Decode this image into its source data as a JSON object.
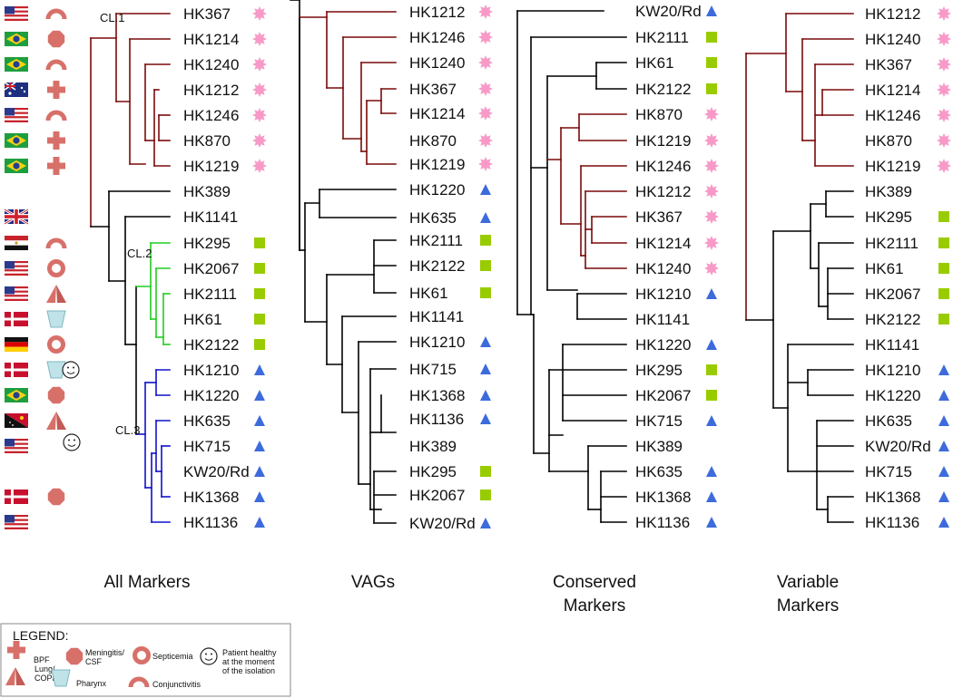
{
  "colors": {
    "cluster1": "#7a0a0a",
    "cluster2": "#22cc22",
    "cluster3": "#1010cc",
    "black": "#000000",
    "star": "#f79ac8",
    "square": "#99cc00",
    "triangle": "#3d6bdc",
    "symbol": "#d8706a",
    "pharynx": "#bfe3e8"
  },
  "panels": [
    {
      "title": [
        "All Markers"
      ],
      "cluster_labels": [
        "CL.1",
        "CL.2",
        "CL.3"
      ],
      "leaves": [
        {
          "label": "HK367",
          "marker": "star",
          "flag": "usa",
          "symbol": "conjunctivitis"
        },
        {
          "label": "HK1214",
          "marker": "star",
          "flag": "brazil",
          "symbol": "meningitis"
        },
        {
          "label": "HK1240",
          "marker": "star",
          "flag": "brazil",
          "symbol": "conjunctivitis"
        },
        {
          "label": "HK1212",
          "marker": "star",
          "flag": "australia",
          "symbol": "bpf"
        },
        {
          "label": "HK1246",
          "marker": "star",
          "flag": "usa",
          "symbol": "conjunctivitis"
        },
        {
          "label": "HK870",
          "marker": "star",
          "flag": "brazil",
          "symbol": "bpf"
        },
        {
          "label": "HK1219",
          "marker": "star",
          "flag": "brazil",
          "symbol": "bpf"
        },
        {
          "label": "HK389",
          "marker": "",
          "flag": "",
          "symbol": ""
        },
        {
          "label": "HK1141",
          "marker": "",
          "flag": "uk",
          "symbol": ""
        },
        {
          "label": "HK295",
          "marker": "square",
          "flag": "egypt",
          "symbol": "conjunctivitis"
        },
        {
          "label": "HK2067",
          "marker": "square",
          "flag": "usa",
          "symbol": "septicemia"
        },
        {
          "label": "HK2111",
          "marker": "square",
          "flag": "usa",
          "symbol": "lung"
        },
        {
          "label": "HK61",
          "marker": "square",
          "flag": "denmark",
          "symbol": "pharynx"
        },
        {
          "label": "HK2122",
          "marker": "square",
          "flag": "germany",
          "symbol": "septicemia"
        },
        {
          "label": "HK1210",
          "marker": "triangle",
          "flag": "denmark",
          "symbol": "pharynx",
          "healthy": true
        },
        {
          "label": "HK1220",
          "marker": "triangle",
          "flag": "brazil",
          "symbol": "meningitis"
        },
        {
          "label": "HK635",
          "marker": "triangle",
          "flag": "png",
          "symbol": "lung"
        },
        {
          "label": "HK715",
          "marker": "triangle",
          "flag": "usa",
          "symbol": "",
          "healthy": true
        },
        {
          "label": "KW20/Rd",
          "marker": "triangle",
          "flag": "",
          "symbol": ""
        },
        {
          "label": "HK1368",
          "marker": "triangle",
          "flag": "denmark",
          "symbol": "meningitis"
        },
        {
          "label": "HK1136",
          "marker": "triangle",
          "flag": "usa",
          "symbol": ""
        }
      ]
    },
    {
      "title": [
        "VAGs"
      ],
      "leaves": [
        {
          "label": "HK1212",
          "marker": "star"
        },
        {
          "label": "HK1246",
          "marker": "star"
        },
        {
          "label": "HK1240",
          "marker": "star"
        },
        {
          "label": "HK367",
          "marker": "star"
        },
        {
          "label": "HK1214",
          "marker": "star"
        },
        {
          "label": "HK870",
          "marker": "star"
        },
        {
          "label": "HK1219",
          "marker": "star"
        },
        {
          "label": "HK1220",
          "marker": "triangle"
        },
        {
          "label": "HK635",
          "marker": "triangle"
        },
        {
          "label": "HK2111",
          "marker": "square"
        },
        {
          "label": "HK2122",
          "marker": "square"
        },
        {
          "label": "HK61",
          "marker": "square"
        },
        {
          "label": "HK1141",
          "marker": ""
        },
        {
          "label": "HK1210",
          "marker": "triangle"
        },
        {
          "label": "HK715",
          "marker": "triangle"
        },
        {
          "label": "HK1368",
          "marker": "triangle"
        },
        {
          "label": "HK1136",
          "marker": "triangle"
        },
        {
          "label": "HK389",
          "marker": ""
        },
        {
          "label": "HK295",
          "marker": "square"
        },
        {
          "label": "HK2067",
          "marker": "square"
        },
        {
          "label": "KW20/Rd",
          "marker": "triangle"
        }
      ]
    },
    {
      "title": [
        "Conserved",
        "Markers"
      ],
      "leaves": [
        {
          "label": "KW20/Rd",
          "marker": "triangle"
        },
        {
          "label": "HK2111",
          "marker": "square"
        },
        {
          "label": "HK61",
          "marker": "square"
        },
        {
          "label": "HK2122",
          "marker": "square"
        },
        {
          "label": "HK870",
          "marker": "star"
        },
        {
          "label": "HK1219",
          "marker": "star"
        },
        {
          "label": "HK1246",
          "marker": "star"
        },
        {
          "label": "HK1212",
          "marker": "star"
        },
        {
          "label": "HK367",
          "marker": "star"
        },
        {
          "label": "HK1214",
          "marker": "star"
        },
        {
          "label": "HK1240",
          "marker": "star"
        },
        {
          "label": "HK1210",
          "marker": "triangle"
        },
        {
          "label": "HK1141",
          "marker": ""
        },
        {
          "label": "HK1220",
          "marker": "triangle"
        },
        {
          "label": "HK295",
          "marker": "square"
        },
        {
          "label": "HK2067",
          "marker": "square"
        },
        {
          "label": "HK715",
          "marker": "triangle"
        },
        {
          "label": "HK389",
          "marker": ""
        },
        {
          "label": "HK635",
          "marker": "triangle"
        },
        {
          "label": "HK1368",
          "marker": "triangle"
        },
        {
          "label": "HK1136",
          "marker": "triangle"
        }
      ]
    },
    {
      "title": [
        "Variable",
        "Markers"
      ],
      "leaves": [
        {
          "label": "HK1212",
          "marker": "star"
        },
        {
          "label": "HK1240",
          "marker": "star"
        },
        {
          "label": "HK367",
          "marker": "star"
        },
        {
          "label": "HK1214",
          "marker": "star"
        },
        {
          "label": "HK1246",
          "marker": "star"
        },
        {
          "label": "HK870",
          "marker": "star"
        },
        {
          "label": "HK1219",
          "marker": "star"
        },
        {
          "label": "HK389",
          "marker": ""
        },
        {
          "label": "HK295",
          "marker": "square"
        },
        {
          "label": "HK2111",
          "marker": "square"
        },
        {
          "label": "HK61",
          "marker": "square"
        },
        {
          "label": "HK2067",
          "marker": "square"
        },
        {
          "label": "HK2122",
          "marker": "square"
        },
        {
          "label": "HK1141",
          "marker": ""
        },
        {
          "label": "HK1210",
          "marker": "triangle"
        },
        {
          "label": "HK1220",
          "marker": "triangle"
        },
        {
          "label": "HK635",
          "marker": "triangle"
        },
        {
          "label": "KW20/Rd",
          "marker": "triangle"
        },
        {
          "label": "HK715",
          "marker": "triangle"
        },
        {
          "label": "HK1368",
          "marker": "triangle"
        },
        {
          "label": "HK1136",
          "marker": "triangle"
        }
      ]
    }
  ],
  "legend": {
    "title": "LEGEND:",
    "items": [
      {
        "symbol": "bpf",
        "lines": [
          "BPF"
        ]
      },
      {
        "symbol": "meningitis",
        "lines": [
          "Meningitis/",
          "CSF"
        ]
      },
      {
        "symbol": "septicemia",
        "lines": [
          "Septicemia"
        ]
      },
      {
        "symbol": "healthy",
        "lines": [
          "Patient healthy",
          "at the moment",
          "of the isolation"
        ]
      },
      {
        "symbol": "lung",
        "lines": [
          "Lung/",
          "COPD"
        ]
      },
      {
        "symbol": "pharynx",
        "lines": [
          "Pharynx"
        ]
      },
      {
        "symbol": "conjunctivitis",
        "lines": [
          "Conjunctivitis"
        ]
      }
    ]
  }
}
